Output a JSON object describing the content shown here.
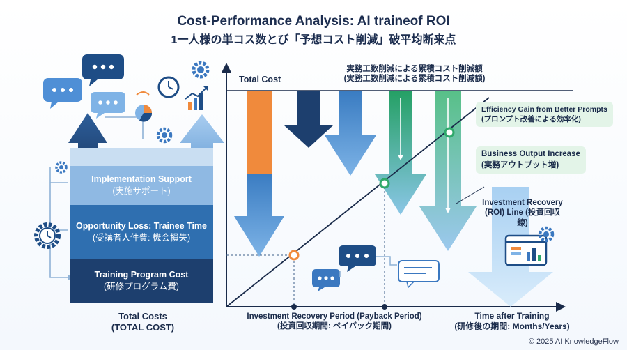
{
  "title": {
    "line1": "Cost-Performance Analysis: AI traineof ROI",
    "line2": "1一人様の単コス数とび「予想コスト削減」破平均断来点"
  },
  "left_stack": {
    "implementation": {
      "en": "Implementation Support",
      "jp": "(実施サポート)"
    },
    "opportunity": {
      "en": "Opportunity Loss: Trainee Time",
      "jp": "(受講者人件費: 機会損失)"
    },
    "training": {
      "en": "Training Program Cost",
      "jp": "(研修プログラム費)"
    },
    "total": {
      "en": "Total Costs",
      "jp": "(TOTAL COST)"
    }
  },
  "chart": {
    "total_cost_label": "Total Cost",
    "cumulative_label": {
      "line1": "実務工数削減による累積コスト削減額",
      "line2": "(実務工数削減による累積コスト削減額)"
    },
    "efficiency": {
      "en": "Efficiency Gain from Better Prompts",
      "jp": "(プロンプト改善による効率化)"
    },
    "business_output": {
      "en": "Business Output Increase",
      "jp": "(実務アウトプット増)"
    },
    "roi_line": {
      "line1": "Investment Recovery",
      "line2": "(ROI) Line (投資回収線)"
    },
    "payback": {
      "line1": "Investment Recovery Period (Payback Period)",
      "line2": "(投資回収期間: ペイバック期間)"
    },
    "time_axis": {
      "line1": "Time after Training",
      "line2": "(研修後の期間: Months/Years)"
    }
  },
  "colors": {
    "navy": "#1d3f6e",
    "mid_blue": "#2f6fb0",
    "light_blue": "#7fb0df",
    "orange": "#f08a3c",
    "green": "#2fa86a",
    "green_light": "#8fd3a8"
  },
  "icons": [
    "chat-bubble-icon",
    "gear-icon",
    "clock-icon",
    "pie-chart-icon",
    "bar-chart-icon",
    "dashboard-icon"
  ],
  "footer": {
    "copyright": "© 2025 AI KnowledgeFlow"
  }
}
